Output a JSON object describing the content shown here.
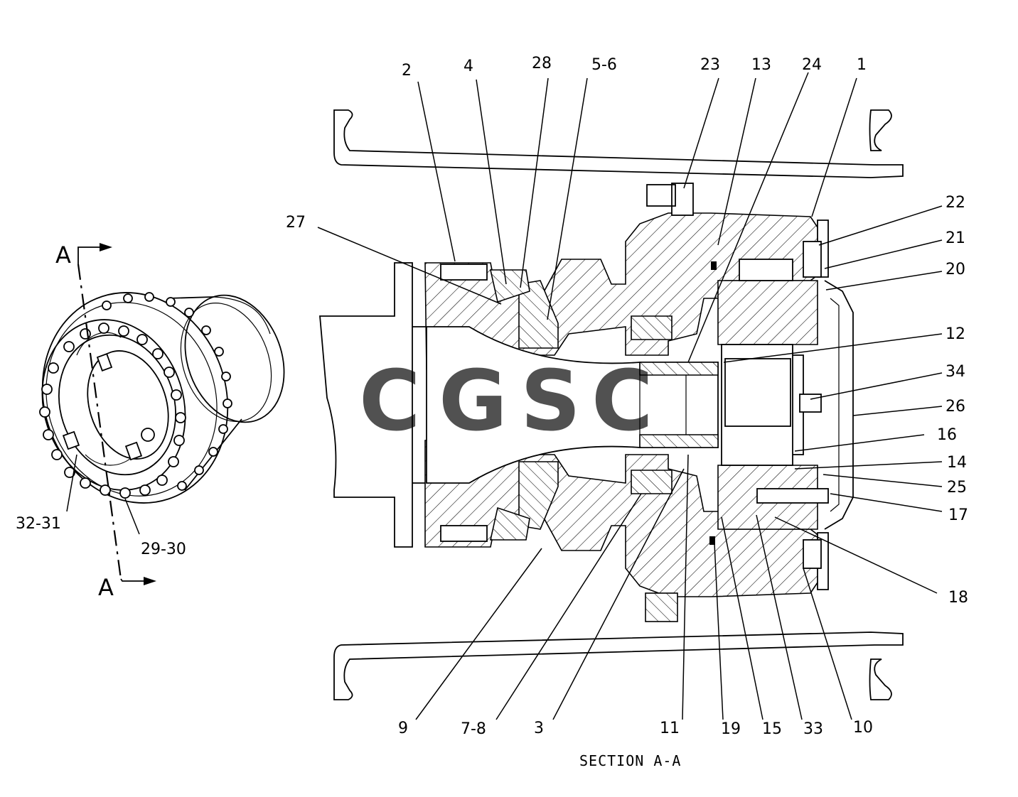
{
  "caption": "SECTION A-A",
  "section_marks": [
    "A",
    "A"
  ],
  "watermark": {
    "letters": [
      {
        "char": "C",
        "color": "#6fa0f2"
      },
      {
        "char": "G",
        "color": "#f0847a"
      },
      {
        "char": "S",
        "color": "#f7d356"
      },
      {
        "char": "C",
        "color": "#5fb88a"
      }
    ]
  },
  "callouts": {
    "c2": "2",
    "c4": "4",
    "c28": "28",
    "c5_6": "5-6",
    "c23": "23",
    "c13": "13",
    "c24": "24",
    "c1": "1",
    "c27": "27",
    "c22": "22",
    "c21": "21",
    "c20": "20",
    "c12": "12",
    "c34": "34",
    "c26": "26",
    "c16": "16",
    "c14": "14",
    "c25": "25",
    "c17": "17",
    "c18": "18",
    "c9": "9",
    "c7_8": "7-8",
    "c3": "3",
    "c11": "11",
    "c19": "19",
    "c15": "15",
    "c33": "33",
    "c10": "10",
    "c32_31": "32-31",
    "c29_30": "29-30"
  }
}
